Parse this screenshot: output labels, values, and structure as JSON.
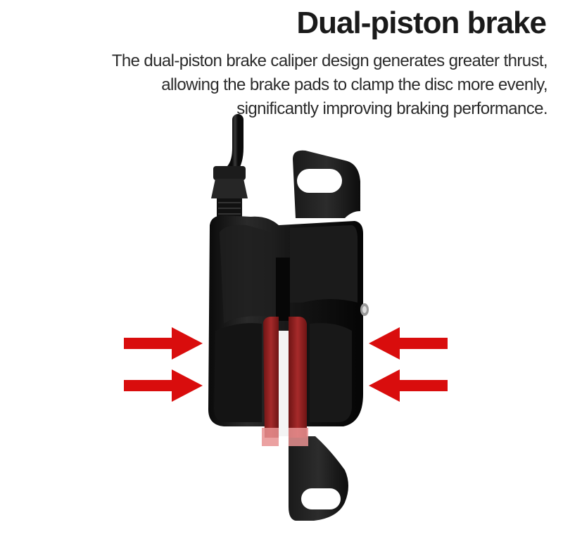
{
  "heading": {
    "title": "Dual-piston brake",
    "lines": [
      "The dual-piston brake caliper design generates greater thrust,",
      "allowing the brake pads to clamp the disc more evenly,",
      "significantly improving braking performance."
    ]
  },
  "colors": {
    "arrow": "#d90d0d",
    "caliper": "#141414",
    "pad": "#9c2424",
    "text": "#2b2b2b"
  },
  "icons": {
    "left_arrows": "arrow-right-icon",
    "right_arrows": "arrow-left-icon"
  }
}
